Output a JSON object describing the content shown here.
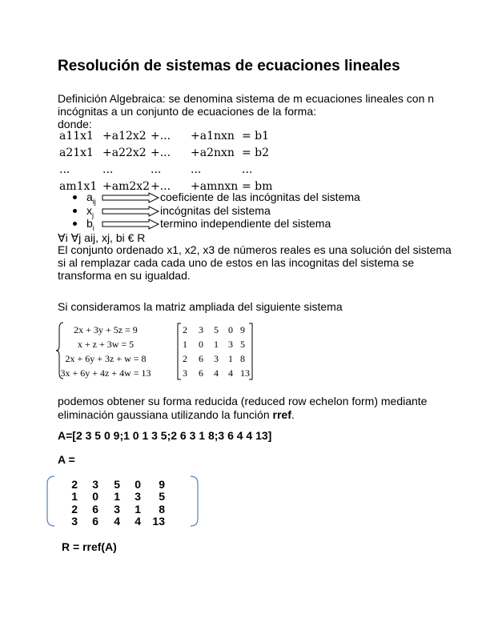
{
  "title": "Resolución de sistemas de ecuaciones lineales",
  "definition": {
    "line1": "Definición Algebraica: se denomina sistema de m ecuaciones lineales con n",
    "line2": "incógnitas a un conjunto de ecuaciones de la forma:",
    "donde": "donde:"
  },
  "general_system": {
    "rows": [
      [
        "a11x1",
        "+a12x2",
        "+...",
        "+a1nxn",
        "= b1"
      ],
      [
        "a21x1",
        "+a22x2",
        "+...",
        "+a2nxn",
        "= b2"
      ],
      [
        "...",
        "...",
        "...",
        "...",
        "..."
      ],
      [
        "am1x1",
        "+am2x2",
        "+...",
        "+amnxn",
        "= bm"
      ]
    ]
  },
  "bullets": [
    {
      "symbol": "a",
      "sub": "ij",
      "meaning": "coeficiente de las incógnitas del sistema"
    },
    {
      "symbol": "x",
      "sub": "j",
      "meaning": "incógnitas del sistema"
    },
    {
      "symbol": "b",
      "sub": "i",
      "meaning": "termino independiente del sistema"
    }
  ],
  "quantifier": "∀i ∀j aij, xj, bi € R",
  "solution": {
    "line1": "El conjunto ordenado x1, x2, x3 de números reales es una solución del sistema",
    "line2": "si al remplazar cada cada uno de estos en las incognitas del sistema se",
    "line3": "transforma en su igualdad."
  },
  "matrix_intro": "Si consideramos la matriz ampliada del siguiente sistema",
  "system": [
    "2x + 3y + 5z = 9",
    "x + z + 3w = 5",
    "2x + 6y + 3z + w = 8",
    "3x + 6y + 4z + 4w = 13"
  ],
  "augmented_matrix": [
    [
      "2",
      "3",
      "5",
      "0",
      "9"
    ],
    [
      "1",
      "0",
      "1",
      "3",
      "5"
    ],
    [
      "2",
      "6",
      "3",
      "1",
      "8"
    ],
    [
      "3",
      "6",
      "4",
      "4",
      "13"
    ]
  ],
  "reduced_text": {
    "line1": "podemos obtener su forma reducida (reduced row echelon form) mediante",
    "line2_prefix": "eliminación gaussiana utilizando la función ",
    "line2_bold": "rref",
    "line2_suffix": "."
  },
  "matlab": {
    "command": "A=[2 3 5 0 9;1 0 1 3 5;2 6 3 1 8;3 6 4 4 13]",
    "a_label": "A =",
    "r_command": "R = rref(A)"
  },
  "result_matrix": [
    [
      "2",
      "3",
      "5",
      "0",
      "9"
    ],
    [
      "1",
      "0",
      "1",
      "3",
      "5"
    ],
    [
      "2",
      "6",
      "3",
      "1",
      "8"
    ],
    [
      "3",
      "6",
      "4",
      "4",
      "13"
    ]
  ]
}
